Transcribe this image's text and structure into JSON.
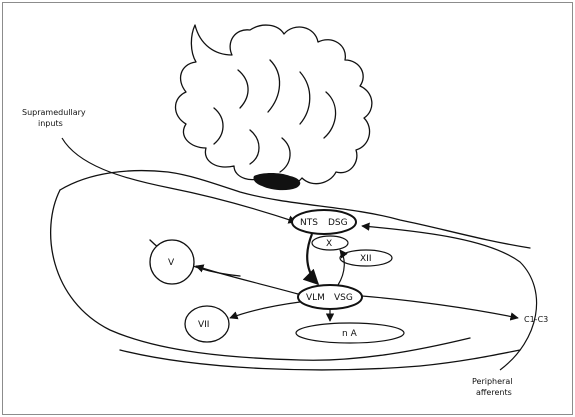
{
  "labels": {
    "supramedullary": [
      "Supramedullary",
      "inputs"
    ],
    "nts": "NTS",
    "dsg": "DSG",
    "x": "X",
    "xii": "XII",
    "v": "V",
    "vlm": "VLM",
    "vsg": "VSG",
    "vii": "VII",
    "na": "n A",
    "c1c3": "C1-C3",
    "peripheral": [
      "Peripheral",
      "afferents"
    ]
  }
}
